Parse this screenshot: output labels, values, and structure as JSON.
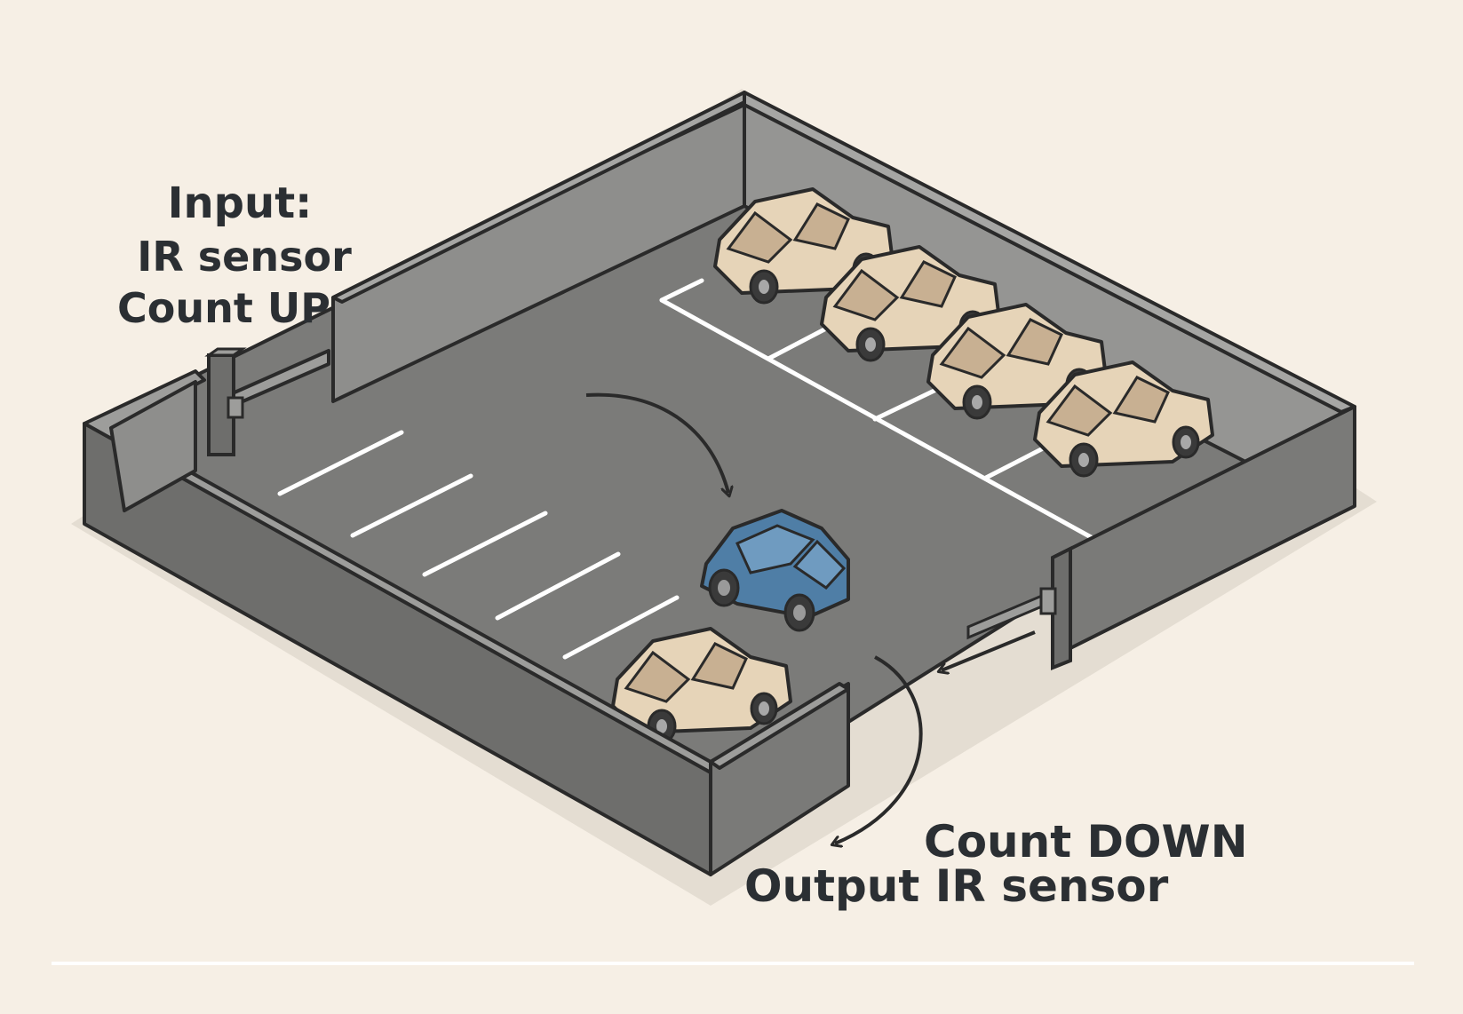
{
  "input_label": {
    "line1": "Input:",
    "line2": "IR sensor",
    "line3": "Count UP"
  },
  "output_label": {
    "line1": "Count DOWN",
    "line2": "Output IR sensor"
  },
  "colors": {
    "background": "#f6efe5",
    "floor": "#7b7b79",
    "wall_top": "#9d9d9b",
    "wall_side": "#6e6e6c",
    "parked_car": "#e6d4b8",
    "moving_car": "#4f7ea6",
    "line_marking": "#ffffff",
    "outline": "#2a2a2a"
  }
}
